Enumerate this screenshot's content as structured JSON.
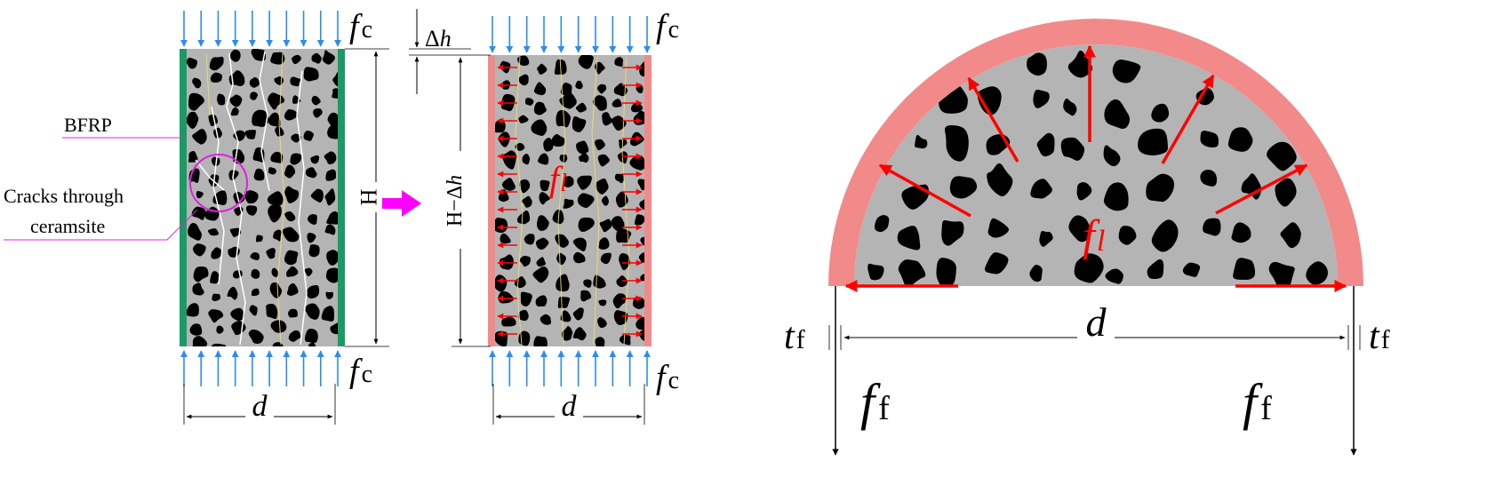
{
  "left_panel": {
    "top_force": "f",
    "top_force_sub": "c",
    "bottom_force": "f",
    "bottom_force_sub": "c",
    "height_label": "H",
    "width_label": "d",
    "bfrp_label": "BFRP",
    "crack_label_line1": "Cracks through",
    "crack_label_line2": "ceramsite"
  },
  "middle_panel": {
    "delta_h_label_prefix": "Δ",
    "delta_h_label_var": "h",
    "height_prefix": "H−Δ",
    "height_var": "h",
    "lateral_stress": "f",
    "lateral_stress_sub": "l",
    "top_force": "f",
    "top_force_sub": "c",
    "bottom_force": "f",
    "bottom_force_sub": "c",
    "width_label": "d"
  },
  "right_panel": {
    "diameter_label": "d",
    "lateral_stress": "f",
    "lateral_stress_sub": "l",
    "thickness_left": "t",
    "thickness_left_sub": "f",
    "thickness_right": "t",
    "thickness_right_sub": "f",
    "tension_left": "f",
    "tension_left_sub": "f",
    "tension_right": "f",
    "tension_right_sub": "f"
  },
  "colors": {
    "concrete": "#b4b4b4",
    "aggregate": "#000000",
    "bfrp_before": "#1a9a64",
    "bfrp_after": "#f28a8a",
    "load_arrow": "#2a8cf0",
    "stress_arrow": "#ff0000",
    "transition_arrow": "#ff00ff",
    "annotation": "#e020e0"
  }
}
